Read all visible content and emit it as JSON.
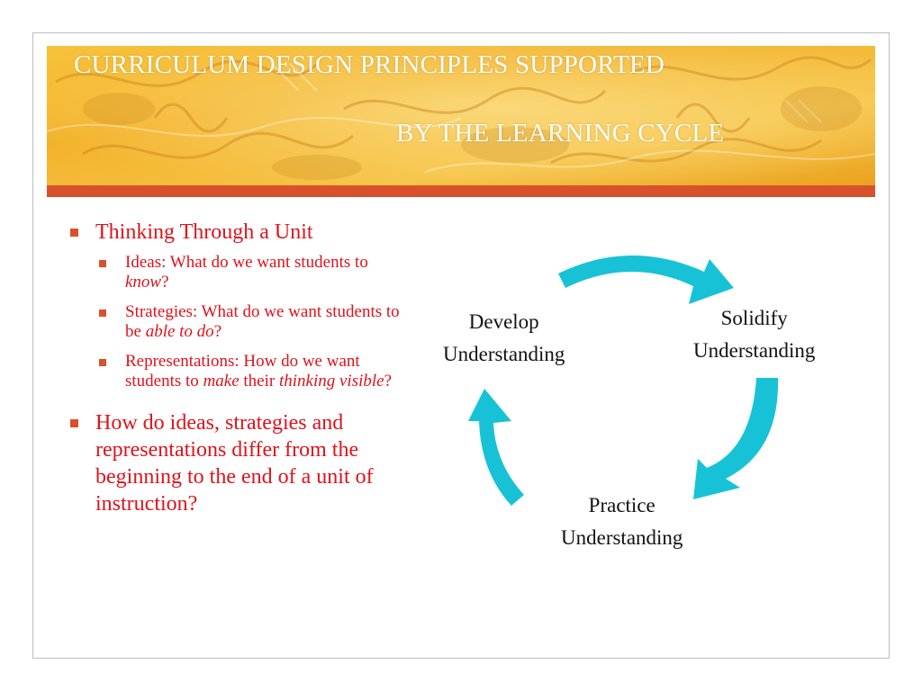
{
  "slide": {
    "title_line1": "CURRICULUM DESIGN PRINCIPLES SUPPORTED",
    "title_line2": "BY THE LEARNING CYCLE"
  },
  "colors": {
    "accent_bar": "#d9512b",
    "bullet_text": "#e0121b",
    "arrow": "#17c2d6",
    "banner_base": "#f2b630"
  },
  "bullets": [
    {
      "text": "Thinking Through a Unit",
      "sub": [
        {
          "prefix": "Ideas: What do we want students to ",
          "em": "know",
          "suffix": "?"
        },
        {
          "prefix": "Strategies: What do we want students to be ",
          "em": "able to do",
          "suffix": "?"
        },
        {
          "prefix": "Representations: How do we want students to ",
          "em": "make",
          "middle": " their ",
          "em2": "thinking visible",
          "suffix": "?"
        }
      ]
    },
    {
      "text": "How do ideas, strategies and representations differ from the beginning to the end of a unit of instruction?"
    }
  ],
  "cycle": {
    "develop": {
      "line1": "Develop",
      "line2": "Understanding"
    },
    "solidify": {
      "line1": "Solidify",
      "line2": "Understanding"
    },
    "practice": {
      "line1": "Practice",
      "line2": "Understanding"
    }
  }
}
